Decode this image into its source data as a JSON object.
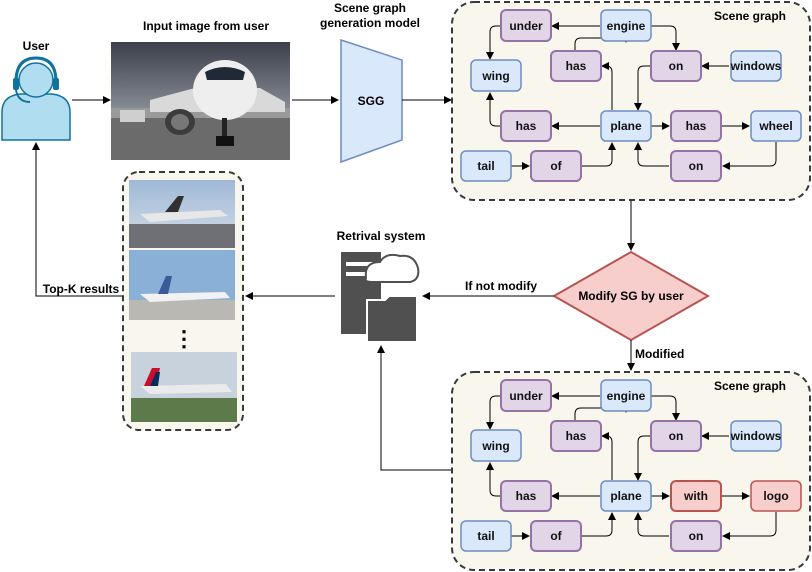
{
  "labels": {
    "user": "User",
    "input_image": "Input image from user",
    "sgg_title": "Scene graph generation model",
    "sgg_title_line1": "Scene graph",
    "sgg_title_line2": "generation model",
    "sgg": "SGG",
    "scene_graph": "Scene graph",
    "scene_graph_bottom": "Scene graph",
    "retrieval_system": "Retrival system",
    "if_not_modify": "If not modify",
    "modify_sg": "Modify SG by user",
    "modified": "Modified",
    "top_k": "Top-K results",
    "dots": "⋮"
  },
  "scene_graph_top": {
    "nodes": {
      "under": "under",
      "engine": "engine",
      "wing": "wing",
      "has1": "has",
      "on1": "on",
      "windows": "windows",
      "has2": "has",
      "plane": "plane",
      "has3": "has",
      "wheel": "wheel",
      "tail": "tail",
      "of": "of",
      "on2": "on"
    }
  },
  "scene_graph_bottom": {
    "nodes": {
      "under": "under",
      "engine": "engine",
      "wing": "wing",
      "has1": "has",
      "on1": "on",
      "windows": "windows",
      "has2": "has",
      "plane": "plane",
      "with": "with",
      "logo": "logo",
      "tail": "tail",
      "of": "of",
      "on2": "on"
    }
  },
  "colors": {
    "object_fill": "#dae8fc",
    "object_stroke": "#6c8ebf",
    "predicate_fill": "#e1d5e7",
    "predicate_stroke": "#9673a6",
    "modified_fill": "#f8cecc",
    "modified_stroke": "#b85450",
    "panel_fill": "#f9f7ed"
  }
}
